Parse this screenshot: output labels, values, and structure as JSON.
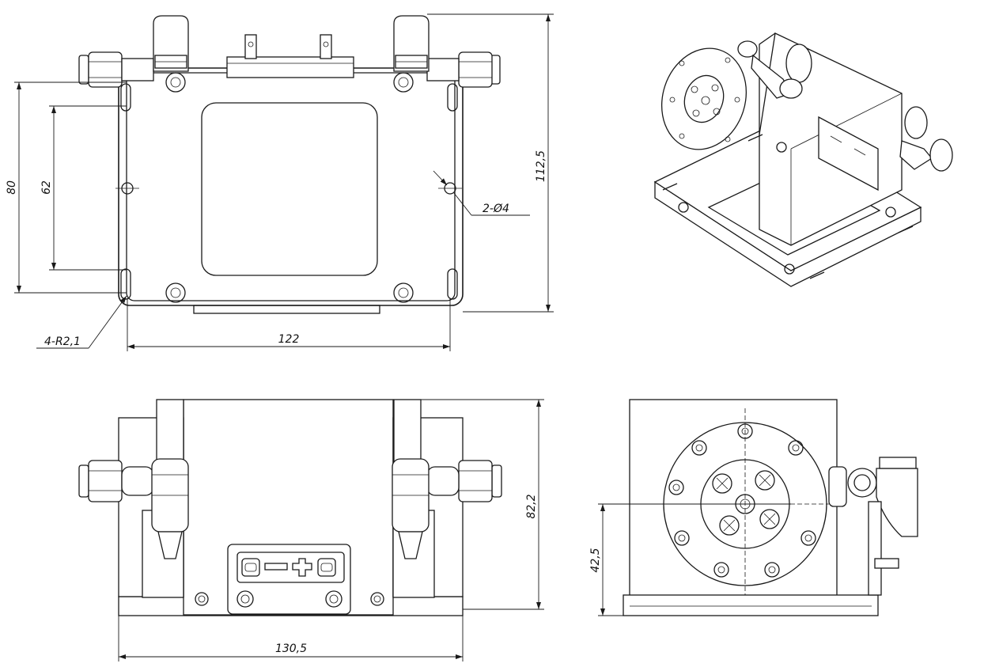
{
  "dimensions": {
    "top_view": {
      "overall_height": "112,5",
      "outer_height": "80",
      "hole_pitch": "62",
      "hole_callout": "2-Ø4",
      "slot_callout": "4-R2,1",
      "width": "122"
    },
    "front_view": {
      "height": "82,2",
      "width": "130,5"
    },
    "side_view": {
      "center_height": "42,5"
    }
  },
  "views": {
    "top": "top-view",
    "isometric": "isometric-view",
    "front": "front-view",
    "side": "side-view"
  },
  "icons": {
    "polarity_minus": "minus-icon",
    "polarity_plus": "plus-icon"
  },
  "colors": {
    "line": "#1a1a1a",
    "background": "#ffffff"
  }
}
